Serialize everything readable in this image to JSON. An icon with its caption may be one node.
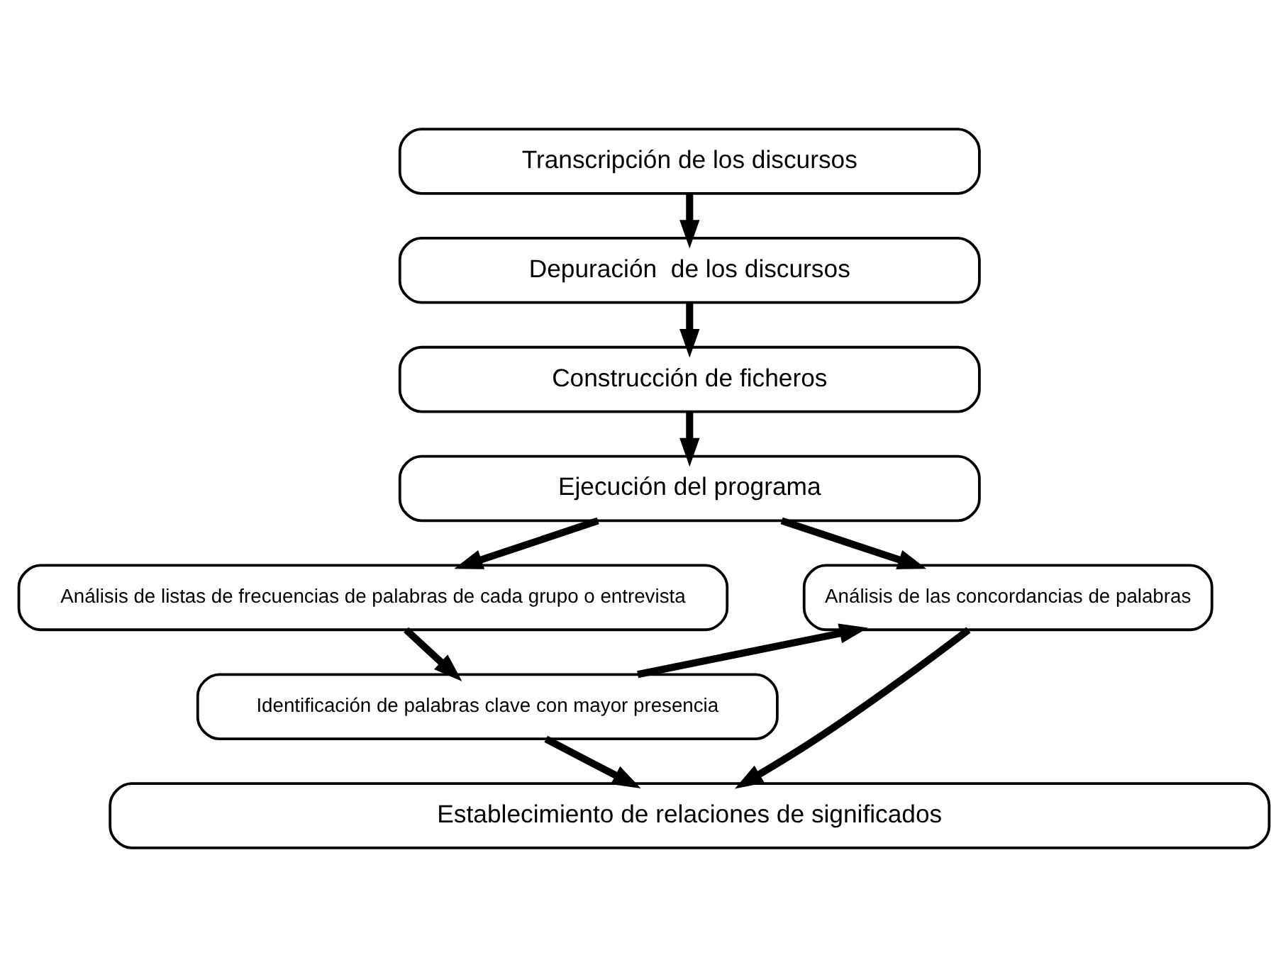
{
  "diagram": {
    "nodes": [
      {
        "text": [
          "Transcripción de los discursos"
        ]
      },
      {
        "text": [
          "Depuración  de los discursos"
        ]
      },
      {
        "text": [
          "Construcción de ficheros"
        ]
      },
      {
        "text": [
          "Ejecución del programa"
        ]
      },
      {
        "text": [
          "Análisis de listas de frecuencias de palabras de cada grupo o entrevista"
        ]
      },
      {
        "text": [
          "Análisis de las concordancias de palabras"
        ]
      },
      {
        "text": [
          "Identificación de palabras clave con mayor presencia"
        ]
      },
      {
        "text": [
          "Establecimiento de relaciones de significados"
        ]
      }
    ],
    "edges": [
      {
        "from": 0,
        "to": 1,
        "arrow": "to"
      },
      {
        "from": 1,
        "to": 2,
        "arrow": "to"
      },
      {
        "from": 2,
        "to": 3,
        "arrow": "to"
      },
      {
        "from": 3,
        "to": 4,
        "arrow": "to"
      },
      {
        "from": 3,
        "to": 5,
        "arrow": "to"
      },
      {
        "from": 4,
        "to": 6,
        "arrow": "to"
      },
      {
        "from": 6,
        "to": 5,
        "arrow": "to"
      },
      {
        "from": 6,
        "to": 7,
        "arrow": "to"
      },
      {
        "from": 5,
        "to": 7,
        "arrow": "to"
      }
    ]
  }
}
